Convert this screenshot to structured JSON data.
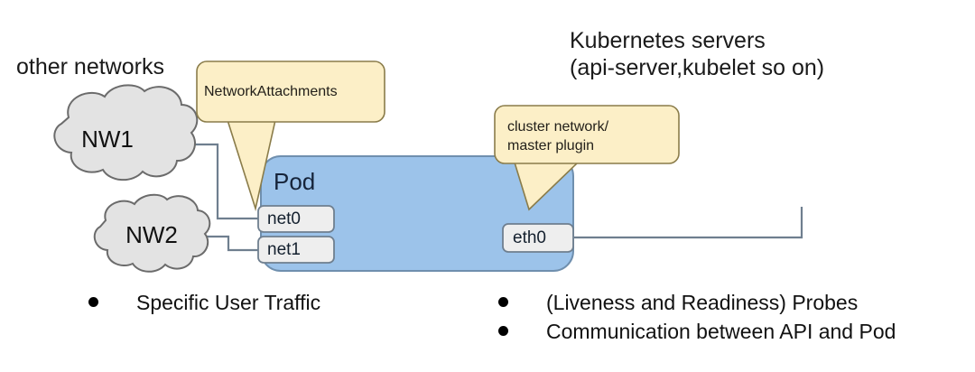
{
  "diagram": {
    "title": {
      "line1": "Kubernetes servers",
      "line2": "(api-server,kubelet so on)"
    },
    "other_networks_label": "other networks",
    "clouds": [
      {
        "name": "NW1"
      },
      {
        "name": "NW2"
      }
    ],
    "pod": {
      "label": "Pod",
      "left_interfaces": [
        {
          "name": "net0"
        },
        {
          "name": "net1"
        }
      ],
      "right_interfaces": [
        {
          "name": "eth0"
        }
      ]
    },
    "callouts": [
      {
        "id": "network-attachments",
        "text": "NetworkAttachments"
      },
      {
        "id": "cluster-network",
        "text": "cluster network/\nmaster plugin"
      }
    ],
    "bullets_left": [
      "Specific User Traffic"
    ],
    "bullets_right": [
      "(Liveness and Readiness) Probes",
      "Communication between API and Pod"
    ],
    "colors": {
      "pod_fill": "#9cc3ea",
      "pod_stroke": "#6f8fae",
      "callout_fill": "#fcefc7",
      "callout_stroke": "#8a7c4a",
      "cloud_fill": "#e3e3e3",
      "cloud_stroke": "#6b6b6b",
      "iface_fill": "#eeeeee",
      "iface_stroke": "#6f7f8f",
      "connector_stroke": "#6f7f8f",
      "text": "#111111"
    }
  }
}
